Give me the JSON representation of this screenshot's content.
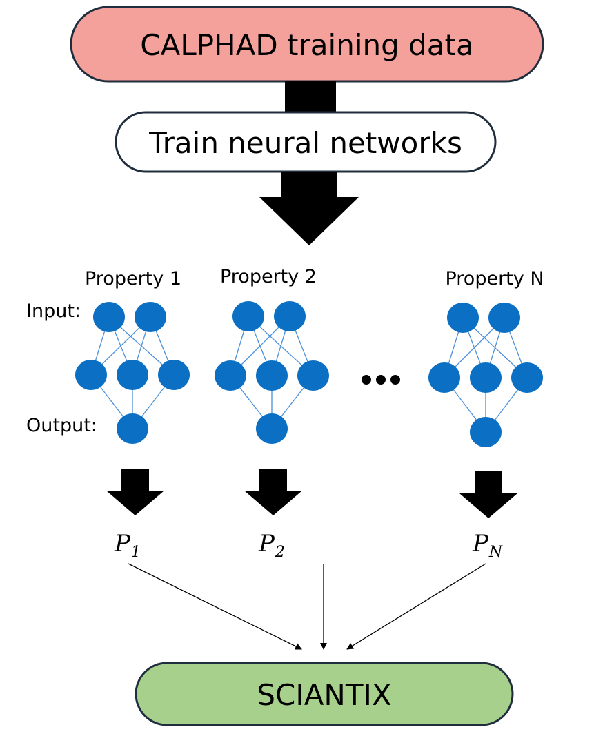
{
  "nodes": {
    "training_data": {
      "label": "CALPHAD training data",
      "fill": "#f4a09b"
    },
    "train": {
      "label": "Train neural networks",
      "fill": "#ffffff"
    },
    "sciantix": {
      "label": "SCIANTIX",
      "fill": "#a8d08d"
    }
  },
  "labels": {
    "input": "Input:",
    "output": "Output:",
    "ellipsis": "•••"
  },
  "networks": [
    {
      "title": "Property 1",
      "output_var": "P",
      "output_sub": "1"
    },
    {
      "title": "Property 2",
      "output_var": "P",
      "output_sub": "2"
    },
    {
      "title": "Property N",
      "output_var": "P",
      "output_sub": "N"
    }
  ],
  "colors": {
    "node": "#0b6fc4",
    "edge": "#4a90d9",
    "arrow": "#000000",
    "border": "#1f2d3d"
  }
}
